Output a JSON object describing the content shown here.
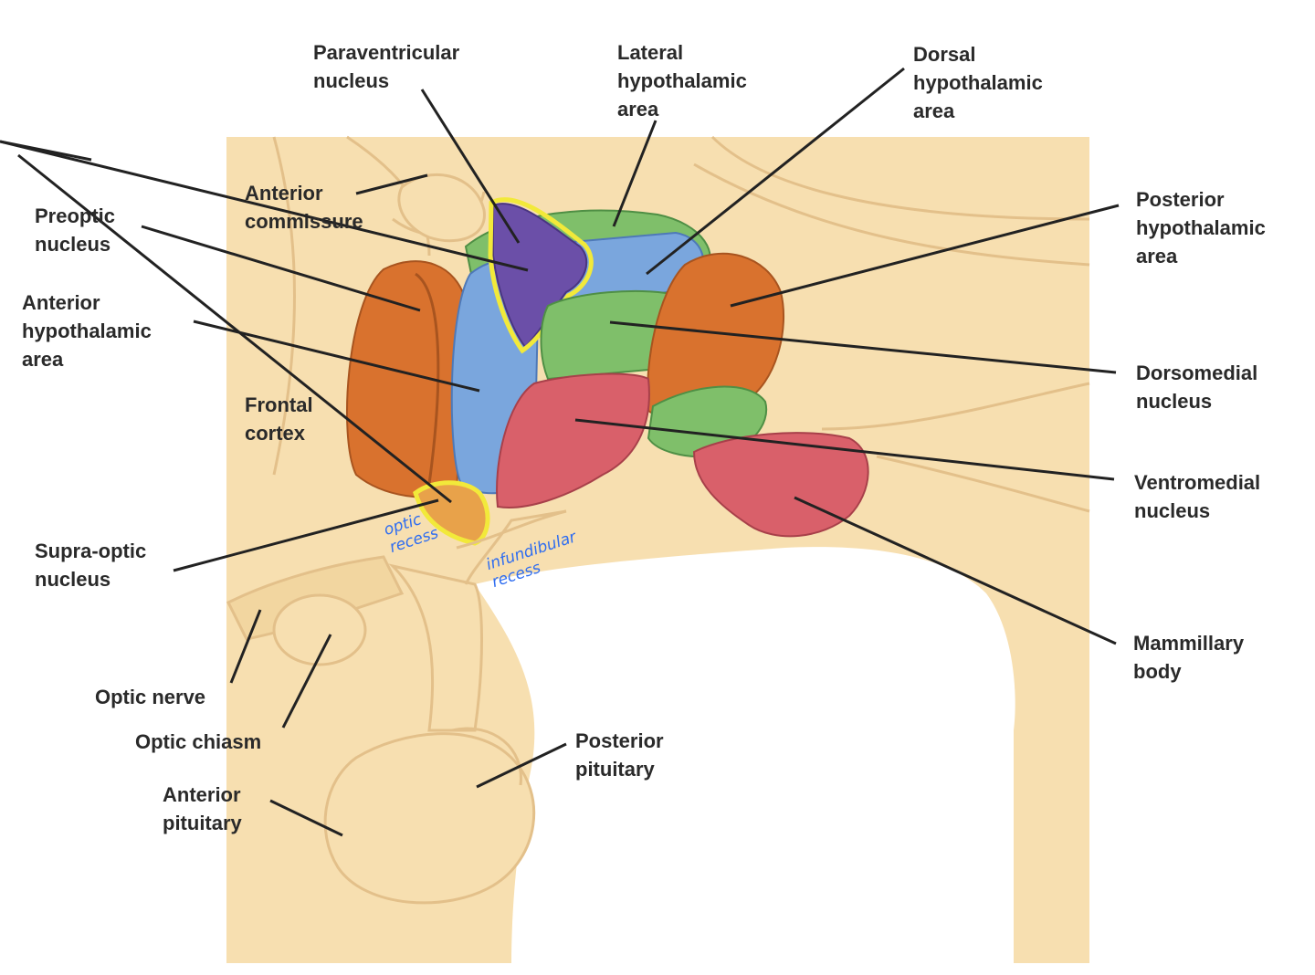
{
  "labels": {
    "paraventricular_nucleus": "Paraventricular\nnucleus",
    "lateral_hypothalamic_area": "Lateral\nhypothalamic\narea",
    "dorsal_hypothalamic_area": "Dorsal\nhypothalamic\narea",
    "posterior_hypothalamic_area": "Posterior\nhypothalamic\narea",
    "anterior_commissure": "Anterior\ncommissure",
    "preoptic_nucleus": "Preoptic\nnucleus",
    "anterior_hypothalamic_area": "Anterior\nhypothalamic\narea",
    "frontal_cortex": "Frontal\ncortex",
    "dorsomedial_nucleus": "Dorsomedial\nnucleus",
    "ventromedial_nucleus": "Ventromedial\nnucleus",
    "supra_optic_nucleus": "Supra-optic\nnucleus",
    "mammillary_body": "Mammillary\nbody",
    "optic_nerve": "Optic nerve",
    "optic_chiasm": "Optic chiasm",
    "posterior_pituitary": "Posterior\npituitary",
    "anterior_pituitary": "Anterior\npituitary"
  },
  "annotations": {
    "optic_recess": "optic\nrecess",
    "infundibular_recess": "infundibular\nrecess"
  },
  "colors": {
    "background_tissue": "#f7dfb0",
    "tissue_outline": "#e3c08a",
    "green": "#7fbf6a",
    "blue": "#7aa6dd",
    "orange": "#d9722e",
    "pink": "#d9606a",
    "purple": "#6b4fa8",
    "highlight_yellow": "#f2e93a",
    "handwriting_blue": "#2f6df0"
  }
}
